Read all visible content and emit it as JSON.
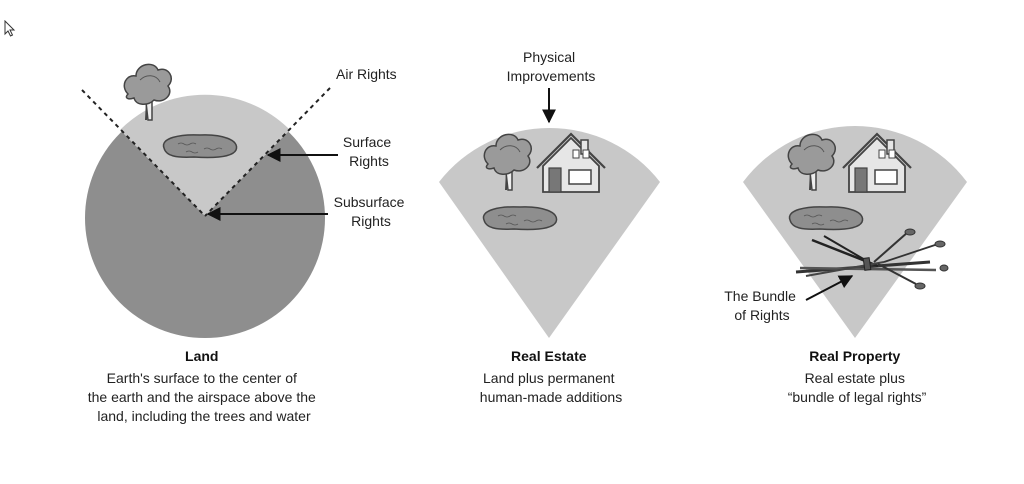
{
  "land": {
    "labels": {
      "air_rights": "Air Rights",
      "surface_rights": [
        "Surface",
        "Rights"
      ],
      "subsurface_rights": [
        "Subsurface",
        "Rights"
      ]
    },
    "caption": {
      "title": "Land",
      "lines": [
        "Earth's surface to the center of",
        "the earth and the airspace above the",
        "land, including the trees and water"
      ]
    }
  },
  "real_estate": {
    "labels": {
      "physical_improvements": [
        "Physical",
        "Improvements"
      ]
    },
    "caption": {
      "title": "Real Estate",
      "lines": [
        "Land plus permanent",
        "human-made additions"
      ]
    }
  },
  "real_property": {
    "labels": {
      "bundle": [
        "The Bundle",
        "of Rights"
      ]
    },
    "caption": {
      "title": "Real Property",
      "lines": [
        "Real estate plus",
        "“bundle of legal rights”"
      ]
    }
  },
  "colors": {
    "earth": "#8e8e8e",
    "wedge": "#c8c8c8",
    "tree": "#9a9a9a",
    "outline": "#444444"
  }
}
